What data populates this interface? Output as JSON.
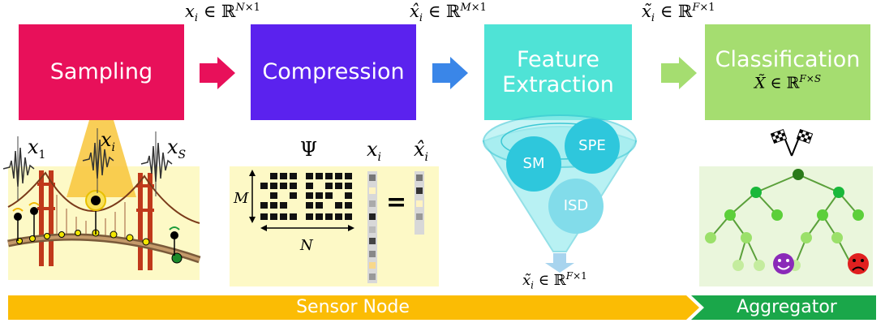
{
  "pipeline": {
    "sampling": "Sampling",
    "compression": "Compression",
    "feature_line1": "Feature",
    "feature_line2": "Extraction",
    "classification": "Classification",
    "classification_math": "X̃ ∈ ℝ^{F×S}"
  },
  "dimensions": {
    "after_sampling": "x_i ∈ ℝ^{N×1}",
    "after_compression": "x̂_i ∈ ℝ^{M×1}",
    "after_features": "x̃_i ∈ ℝ^{F×1}",
    "funnel_output": "x̃_i ∈ ℝ^{F×1}"
  },
  "sensors": {
    "first": "x1",
    "middle": "xi",
    "last": "xS"
  },
  "compression_detail": {
    "matrix_symbol": "Ψ",
    "input_vector": "xi",
    "output_vector": "x̂i",
    "rows_label": "M",
    "cols_label": "N",
    "equals": "="
  },
  "features": [
    "SM",
    "SPE",
    "ISD"
  ],
  "bar": {
    "sensor_node": "Sensor Node",
    "aggregator": "Aggregator"
  },
  "colors": {
    "sampling": "#e8105a",
    "compression": "#5b22ee",
    "feature": "#4fe3d6",
    "classification": "#a5dd70",
    "sensor_bar": "#fbbc04",
    "aggregator_bar": "#1aa74a",
    "panel_bg": "#fdf9c6"
  }
}
